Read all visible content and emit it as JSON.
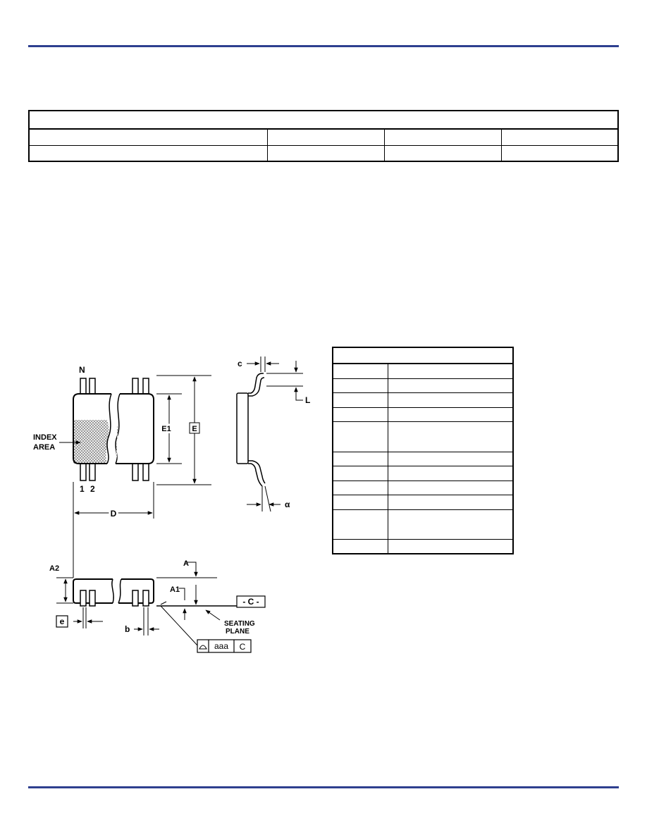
{
  "colors": {
    "rule": "#2e3f8f"
  },
  "drawing": {
    "labels": {
      "n": "N",
      "pin1": "1",
      "pin2": "2",
      "index_area_line1": "INDEX",
      "index_area_line2": "AREA",
      "e1": "E1",
      "e": "E",
      "d": "D",
      "c": "c",
      "l": "L",
      "alpha": "α",
      "a": "A",
      "a1": "A1",
      "a2": "A2",
      "datum_c": "- C -",
      "seating_line1": "SEATING",
      "seating_line2": "PLANE",
      "pitch_e": "e",
      "b": "b",
      "tol_aaa": "aaa",
      "tol_c": "C"
    }
  }
}
